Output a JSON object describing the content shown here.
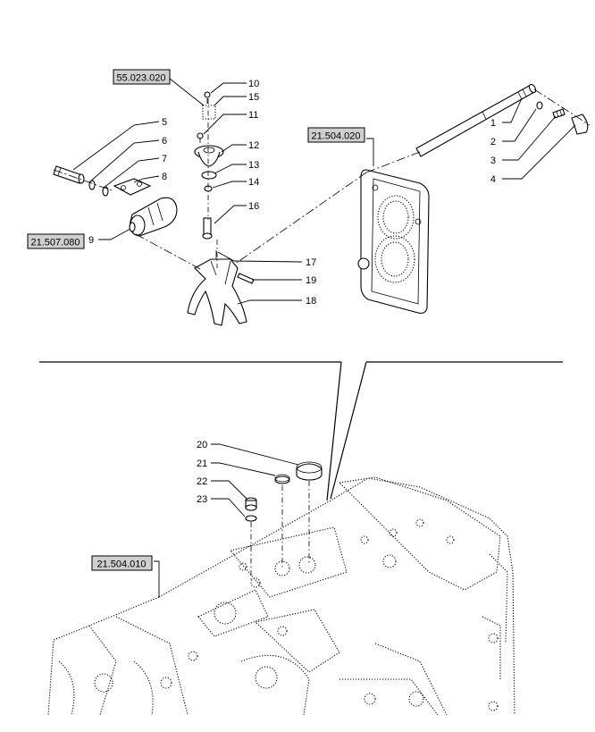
{
  "references": {
    "ref_55_023_020": "55.023.020",
    "ref_21_504_020": "21.504.020",
    "ref_21_507_080": "21.507.080",
    "ref_21_504_010": "21.504.010"
  },
  "callouts": {
    "c1": "1",
    "c2": "2",
    "c3": "3",
    "c4": "4",
    "c5": "5",
    "c6": "6",
    "c7": "7",
    "c8": "8",
    "c9": "9",
    "c10": "10",
    "c11": "11",
    "c12": "12",
    "c13": "13",
    "c14": "14",
    "c15": "15",
    "c16": "16",
    "c17": "17",
    "c18": "18",
    "c19": "19",
    "c20": "20",
    "c21": "21",
    "c22": "22",
    "c23": "23"
  }
}
